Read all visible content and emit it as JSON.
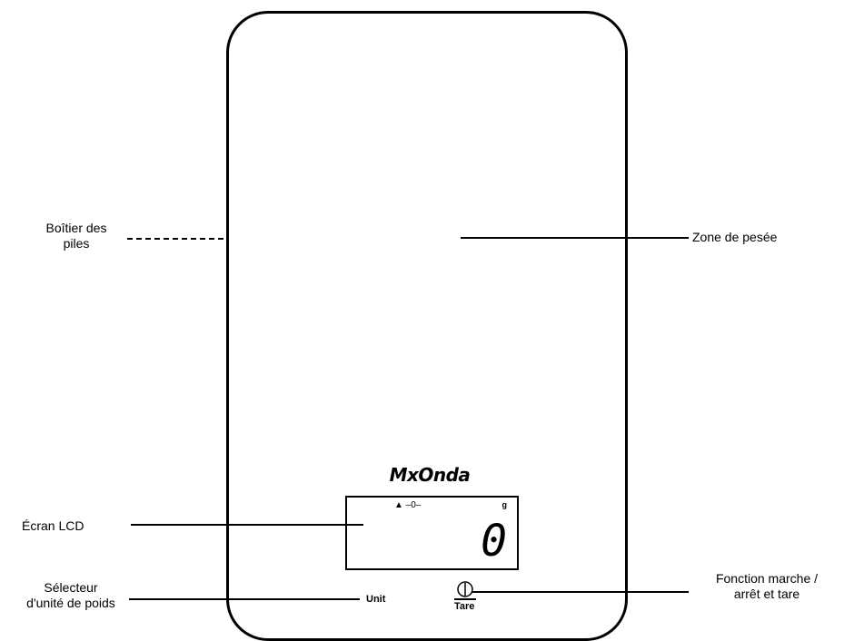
{
  "labels": {
    "battery": "Boîtier des\npiles",
    "weighing_zone": "Zone de pesée",
    "lcd_screen": "Écran LCD",
    "unit_selector": "Sélecteur\nd'unité de poids",
    "power_tare": "Fonction marche /\narrêt et tare"
  },
  "device": {
    "brand": "MxOnda",
    "lcd": {
      "indicator": "▲ –0–",
      "unit": "g",
      "reading": "0"
    },
    "buttons": {
      "unit": "Unit",
      "tare": "Tare"
    },
    "icons": [
      "power-icon"
    ]
  }
}
